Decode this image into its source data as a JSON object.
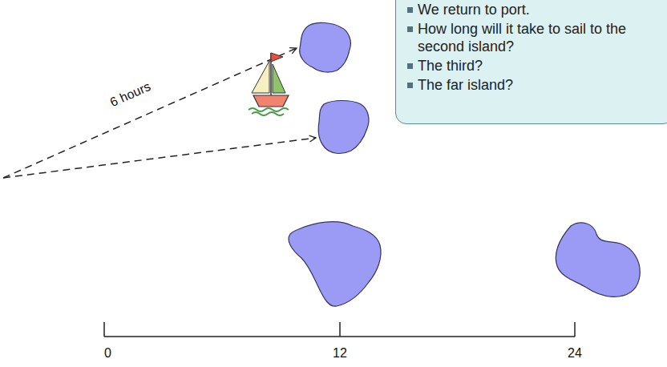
{
  "diagram": {
    "nodes": [
      {
        "text": [
          "We return to port.",
          "How long will it take to sail to the second island?",
          "The third?",
          "The far island?"
        ]
      }
    ],
    "labels": [
      "6 hours",
      "0",
      "12",
      "24"
    ]
  }
}
